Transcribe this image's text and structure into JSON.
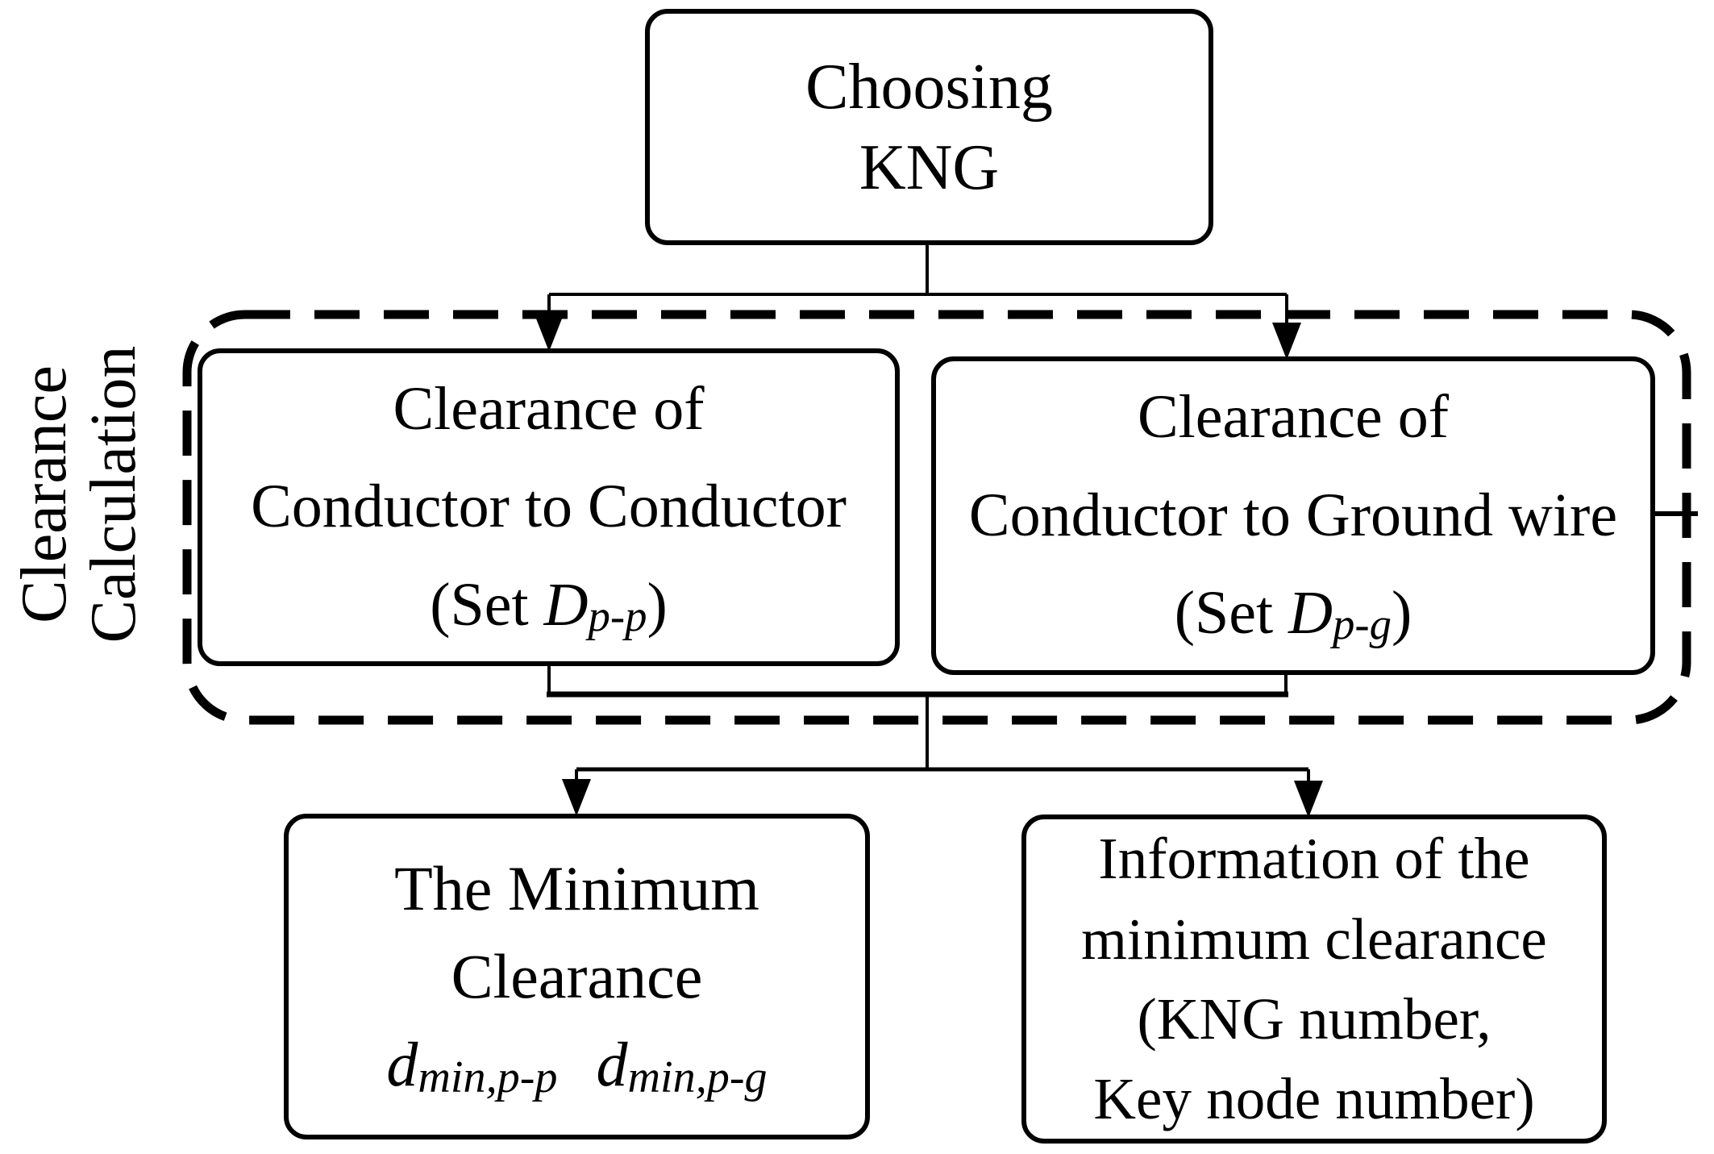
{
  "colors": {
    "stroke": "#000000",
    "background": "#ffffff"
  },
  "side_label": {
    "line1": "Clearance",
    "line2": "Calculation"
  },
  "nodes": {
    "choosing": {
      "line1": "Choosing",
      "line2": "KNG"
    },
    "conductor_conductor": {
      "line1": "Clearance of",
      "line2": "Conductor to Conductor",
      "set_prefix": "(Set ",
      "set_var": "D",
      "set_sub": "p-p",
      "set_suffix": ")"
    },
    "conductor_ground": {
      "line1": "Clearance of",
      "line2": "Conductor to Ground wire",
      "set_prefix": "(Set ",
      "set_var": "D",
      "set_sub": "p-g",
      "set_suffix": ")"
    },
    "min_clearance": {
      "line1": "The Minimum",
      "line2": "Clearance",
      "formula": [
        {
          "var": "d",
          "sub": "min,p-p"
        },
        {
          "var": "d",
          "sub": "min,p-g"
        }
      ]
    },
    "min_info": {
      "line1": "Information of the",
      "line2": "minimum clearance",
      "line3": "(KNG number,",
      "line4": "Key node number)"
    }
  }
}
